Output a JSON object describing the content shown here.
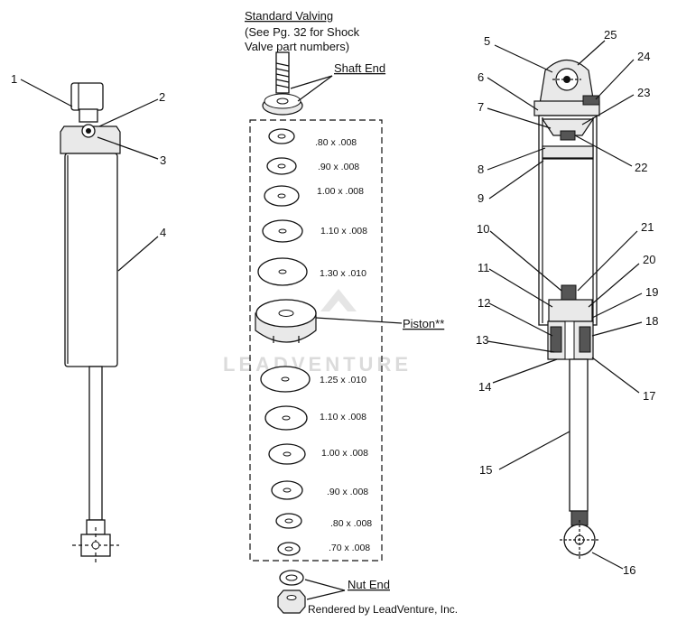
{
  "header": {
    "line1": "Standard Valving",
    "line2": "(See Pg. 32 for Shock",
    "line3": "Valve part numbers)"
  },
  "callouts": {
    "shaft_end": "Shaft End",
    "piston": "Piston**",
    "nut_end": "Nut End"
  },
  "washers_top": [
    ".80 x .008",
    ".90 x .008",
    "1.00 x .008",
    "1.10 x .008",
    "1.30 x .010"
  ],
  "washers_bottom": [
    "1.25 x .010",
    "1.10 x .008",
    "1.00 x .008",
    ".90 x .008",
    ".80 x .008",
    ".70 x .008"
  ],
  "left_labels": [
    "1",
    "2",
    "3",
    "4"
  ],
  "right_labels_left": [
    "5",
    "6",
    "7",
    "8",
    "9",
    "10",
    "11",
    "12",
    "13",
    "14",
    "15"
  ],
  "right_labels_right": [
    "25",
    "24",
    "23",
    "22",
    "21",
    "20",
    "19",
    "18",
    "17",
    "16"
  ],
  "watermark": "LEADVENTURE",
  "footer": "Rendered by LeadVenture, Inc."
}
